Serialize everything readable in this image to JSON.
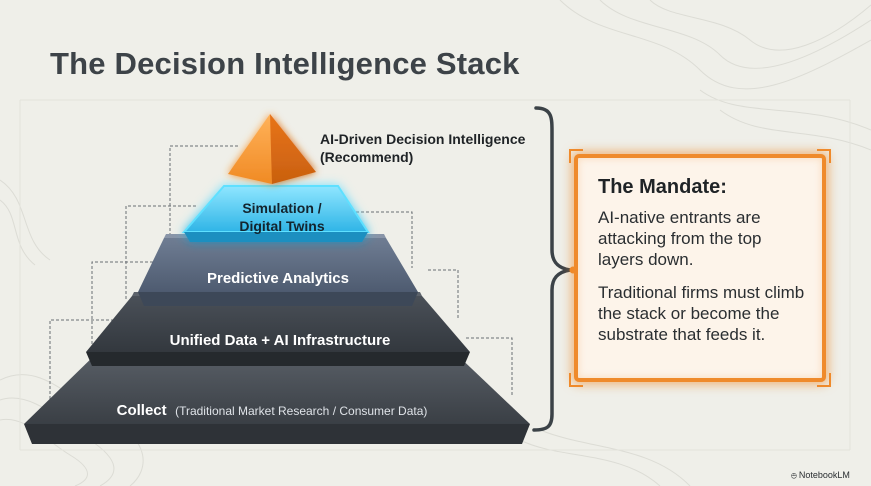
{
  "title": "The Decision Intelligence Stack",
  "layers": [
    {
      "label": "AI-Driven Decision Intelligence",
      "sublabel": "(Recommend)"
    },
    {
      "label": "Simulation /",
      "sublabel": "Digital Twins"
    },
    {
      "label": "Predictive Analytics"
    },
    {
      "label": "Unified Data + AI Infrastructure"
    },
    {
      "label": "Collect",
      "detail": "(Traditional Market Research / Consumer Data)"
    }
  ],
  "mandate": {
    "heading": "The Mandate:",
    "paragraph_1": "AI-native entrants are attacking from the top layers down.",
    "paragraph_2": "Traditional firms must climb the stack or become the substrate that feeds it."
  },
  "watermark": "NotebookLM",
  "colors": {
    "accent_orange": "#ef8a2b",
    "glow_cyan": "#4fd6ff",
    "layer_slate": "#56657c",
    "layer_dark": "#3a3f45",
    "text_dark": "#3d4348"
  }
}
